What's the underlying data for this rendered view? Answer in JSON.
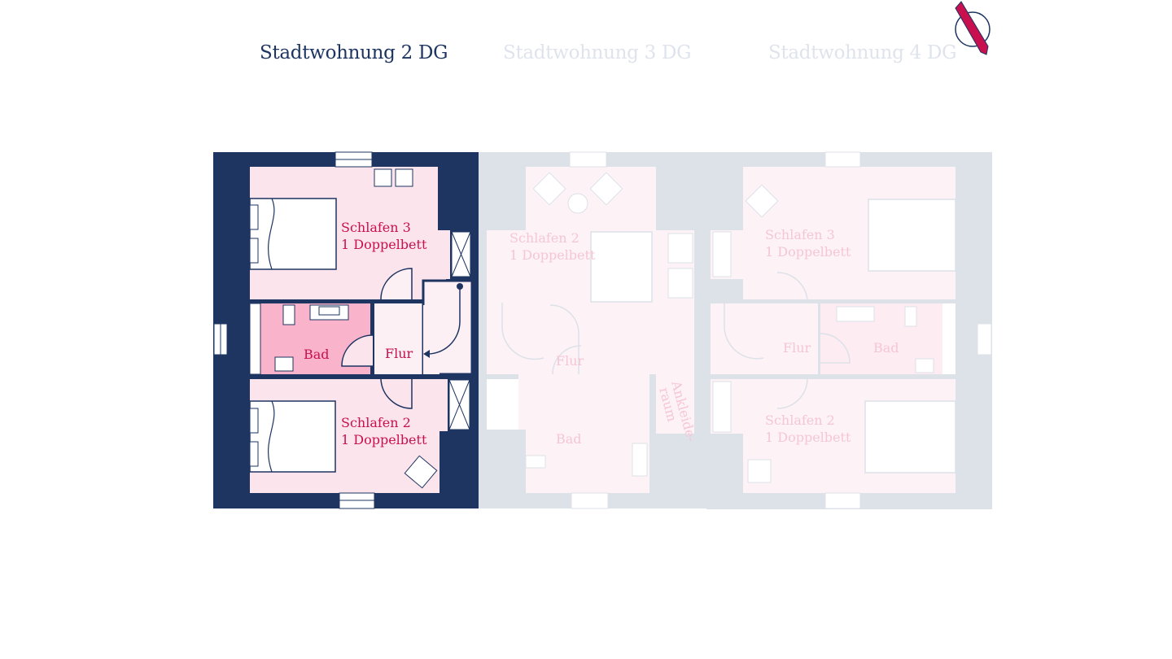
{
  "tabs": [
    {
      "label": "Stadtwohnung 2 DG",
      "active": true
    },
    {
      "label": "Stadtwohnung 3 DG",
      "active": false
    },
    {
      "label": "Stadtwohnung 4 DG",
      "active": false
    }
  ],
  "compass": {
    "icon": "compass-north-icon"
  },
  "units": {
    "dg2": {
      "schlafen3": {
        "name": "Schlafen 3",
        "beds": "1 Doppelbett"
      },
      "bad": "Bad",
      "flur": "Flur",
      "schlafen2": {
        "name": "Schlafen 2",
        "beds": "1 Doppelbett"
      }
    },
    "dg3": {
      "schlafen2": {
        "name": "Schlafen 2",
        "beds": "1 Doppelbett"
      },
      "flur": "Flur",
      "bad": "Bad",
      "ankleide1": "Ankleide-",
      "ankleide2": "raum"
    },
    "dg4": {
      "schlafen3": {
        "name": "Schlafen 3",
        "beds": "1 Doppelbett"
      },
      "flur": "Flur",
      "bad": "Bad",
      "schlafen2": {
        "name": "Schlafen 2",
        "beds": "1 Doppelbett"
      }
    }
  },
  "colors": {
    "navy": "#1e3461",
    "accent": "#c8104f",
    "room": "#fce4ec",
    "bath": "#f9b3cb",
    "faded_wall": "#dde1e8",
    "faded_room": "#fdf2f5"
  }
}
